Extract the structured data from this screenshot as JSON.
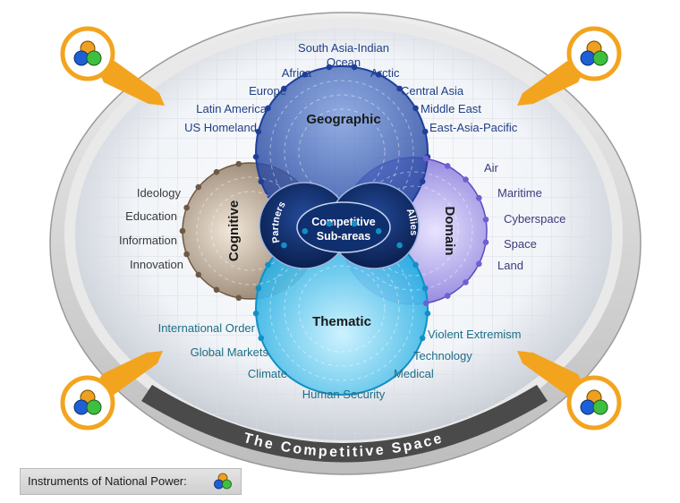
{
  "title": "The Competitive Space",
  "center": {
    "line1": "Competitive",
    "line2": "Sub-areas",
    "left_arc": "Partners",
    "right_arc": "Allies"
  },
  "circles": {
    "geographic": {
      "name": "Geographic",
      "items": [
        "South Asia-Indian",
        "Ocean",
        "Africa",
        "Arctic",
        "Europe",
        "Central Asia",
        "Latin America",
        "Middle East",
        "US Homeland",
        "East-Asia-Pacific"
      ]
    },
    "cognitive": {
      "name": "Cognitive",
      "items": [
        "Ideology",
        "Education",
        "Information",
        "Innovation"
      ]
    },
    "domain": {
      "name": "Domain",
      "items": [
        "Air",
        "Maritime",
        "Cyberspace",
        "Space",
        "Land"
      ]
    },
    "thematic": {
      "name": "Thematic",
      "items": [
        "International Order",
        "Violent Extremism",
        "Global Markets",
        "Technology",
        "Climate",
        "Medical",
        "Human Security"
      ]
    }
  },
  "legend": {
    "label": "Instruments of National Power:",
    "icon": "three-hexagons-icon"
  },
  "corner_icons": [
    "three-hexagons-icon",
    "three-hexagons-icon",
    "three-hexagons-icon",
    "three-hexagons-icon"
  ],
  "colors": {
    "geographic": "#2a4fa8",
    "cognitive": "#8a7560",
    "domain": "#7d6fd8",
    "thematic": "#2bb8e8",
    "center": "#0d2a63",
    "arrow": "#f3a41f",
    "geo_label": "#1f3f86",
    "cog_label": "#3b3b3b",
    "dom_label": "#3d3a7c",
    "them_label": "#1e6e86"
  }
}
